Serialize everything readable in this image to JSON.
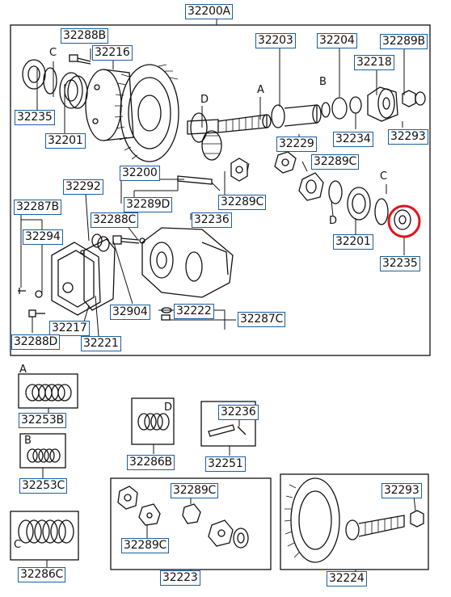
{
  "labels": {
    "p32200A": "32200A",
    "p32288B": "32288B",
    "p32216": "32216",
    "p32203": "32203",
    "p32204": "32204",
    "p32289B": "32289B",
    "p32218": "32218",
    "p32235_a": "32235",
    "p32201_a": "32201",
    "p32229": "32229",
    "p32234": "32234",
    "p32293_a": "32293",
    "p32289C_a": "32289C",
    "p32200": "32200",
    "p32292": "32292",
    "p32289D": "32289D",
    "p32289C_b": "32289C",
    "p32287B": "32287B",
    "p32288C": "32288C",
    "p32236_a": "32236",
    "p32294": "32294",
    "p32201_b": "32201",
    "p32235_b": "32235",
    "p32904": "32904",
    "p32222": "32222",
    "p32287C": "32287C",
    "p32217": "32217",
    "p32288D": "32288D",
    "p32221": "32221",
    "p32253B": "32253B",
    "p32286B": "32286B",
    "p32236_b": "32236",
    "p32251": "32251",
    "p32253C": "32253C",
    "p32289C_c": "32289C",
    "p32293_b": "32293",
    "p32289C_d": "32289C",
    "p32286C": "32286C",
    "p32223": "32223",
    "p32224": "32224"
  },
  "letters": {
    "c1": "C",
    "a1": "A",
    "b1": "B",
    "d1": "D",
    "c2": "C",
    "d2": "D",
    "a2": "A",
    "b2": "B",
    "d3": "D",
    "c3": "C"
  },
  "highlight": {
    "color": "#e0141b",
    "part": "32235"
  },
  "colors": {
    "label_border": "#1a5fa0",
    "line": "#111111"
  }
}
